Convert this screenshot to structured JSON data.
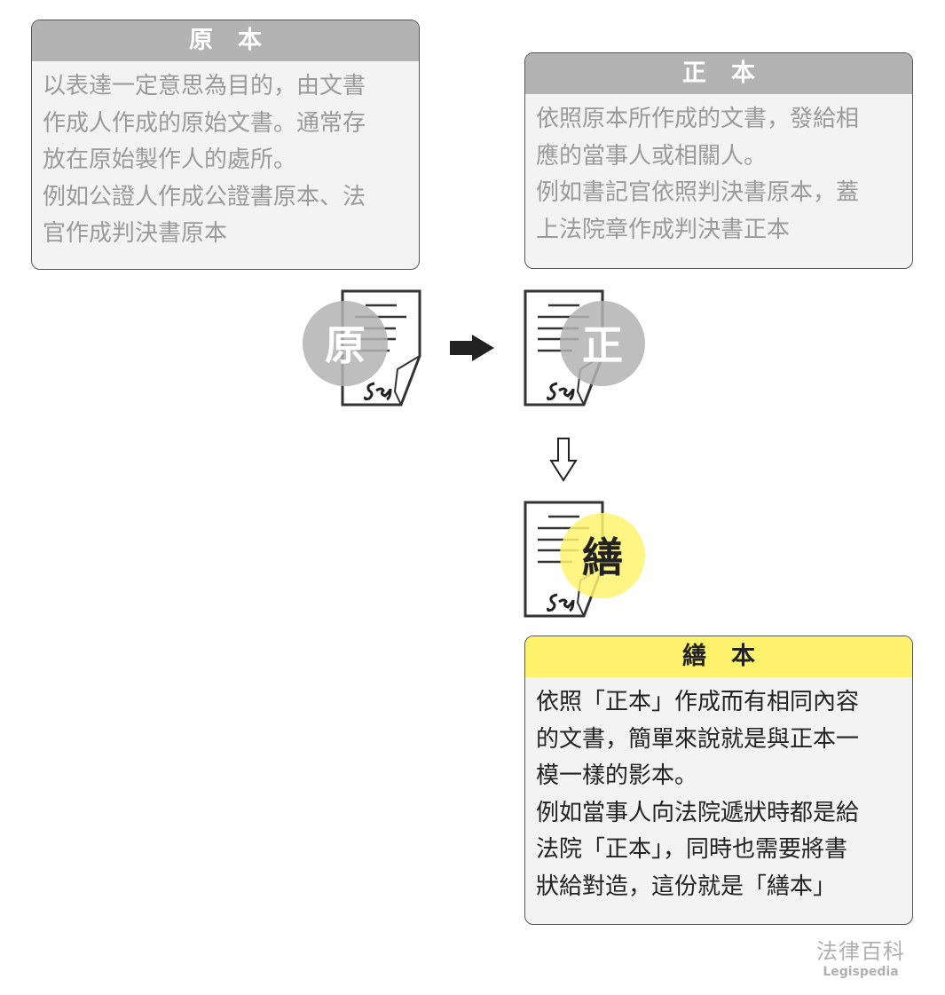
{
  "original": {
    "title": "原本",
    "lines": [
      "以表達一定意思為目的，由文書",
      "作成人作成的原始文書。通常存",
      "放在原始製作人的處所。",
      "例如公證人作成公證書原本、法",
      "官作成判決書原本"
    ],
    "badge": "原"
  },
  "certified": {
    "title": "正本",
    "lines": [
      "依照原本所作成的文書，發給相",
      "應的當事人或相關人。",
      "例如書記官依照判決書原本，蓋",
      "上法院章作成判決書正本"
    ],
    "badge": "正"
  },
  "copy": {
    "title": "繕本",
    "lines": [
      "依照「正本」作成而有相同內容",
      "的文書，簡單來說就是與正本一",
      "模一樣的影本。",
      "例如當事人向法院遞狀時都是給",
      "法院「正本」，同時也需要將書",
      "狀給對造，這份就是「繕本」"
    ],
    "badge": "繕"
  },
  "brand": {
    "zh": "法律百科",
    "en": "Legispedia"
  },
  "colors": {
    "gray_header": "#b3b3b3",
    "yellow_header": "#fff36e",
    "gray_circle": "#b8b8b8",
    "yellow_circle": "#fff36e"
  }
}
